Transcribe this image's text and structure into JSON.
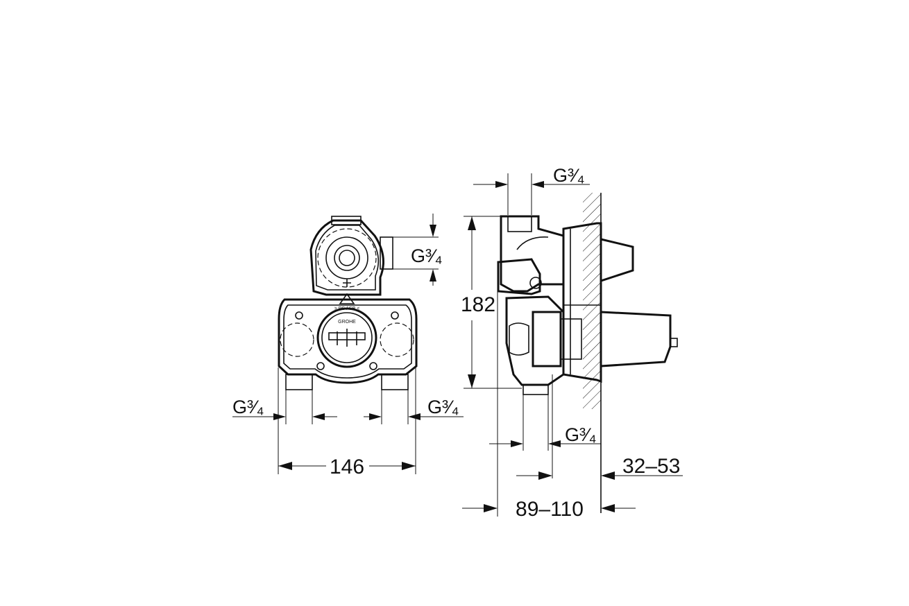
{
  "drawing": {
    "front": {
      "width_dim": "146",
      "thread_top": "G³⁄₄",
      "thread_left": "G³⁄₄",
      "thread_right": "G³⁄₄",
      "label_ps_sb": "> PS / SB <"
    },
    "side": {
      "height_dim": "182",
      "thread_top": "G³⁄₄",
      "thread_bottom": "G³⁄₄",
      "depth_dim": "89–110",
      "wall_dim": "32–53"
    }
  }
}
